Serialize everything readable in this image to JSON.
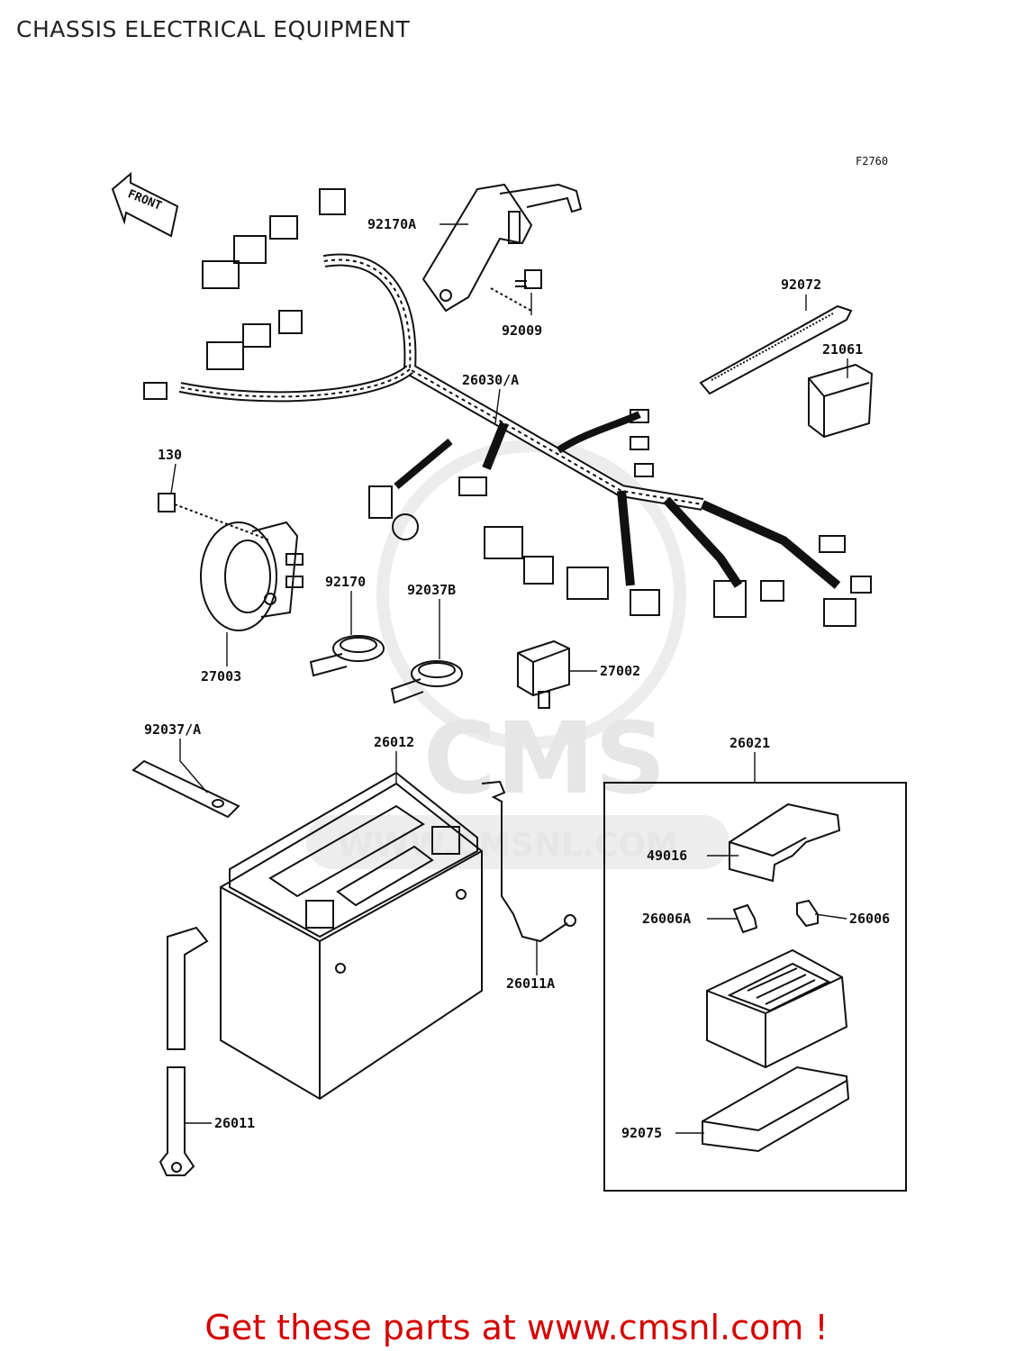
{
  "page": {
    "title": "CHASSIS ELECTRICAL EQUIPMENT",
    "figure_code": "F2760",
    "front_label": "FRONT",
    "footer": "Get these parts at www.cmsnl.com !",
    "watermark_logo": "CMS",
    "watermark_url": "WWW.CMSNL.COM"
  },
  "parts": {
    "p92170A": "92170A",
    "p92009": "92009",
    "p92072": "92072",
    "p21061": "21061",
    "p26030A": "26030/A",
    "p130": "130",
    "p92170": "92170",
    "p92037B": "92037B",
    "p27003": "27003",
    "p27002": "27002",
    "p92037A": "92037/A",
    "p26012": "26012",
    "p26021": "26021",
    "p49016": "49016",
    "p26006A": "26006A",
    "p26006": "26006",
    "p26011A": "26011A",
    "p26011": "26011",
    "p92075": "92075"
  },
  "colors": {
    "footer": "#d40000",
    "line": "#111111",
    "watermark": "#e6e6e6"
  }
}
